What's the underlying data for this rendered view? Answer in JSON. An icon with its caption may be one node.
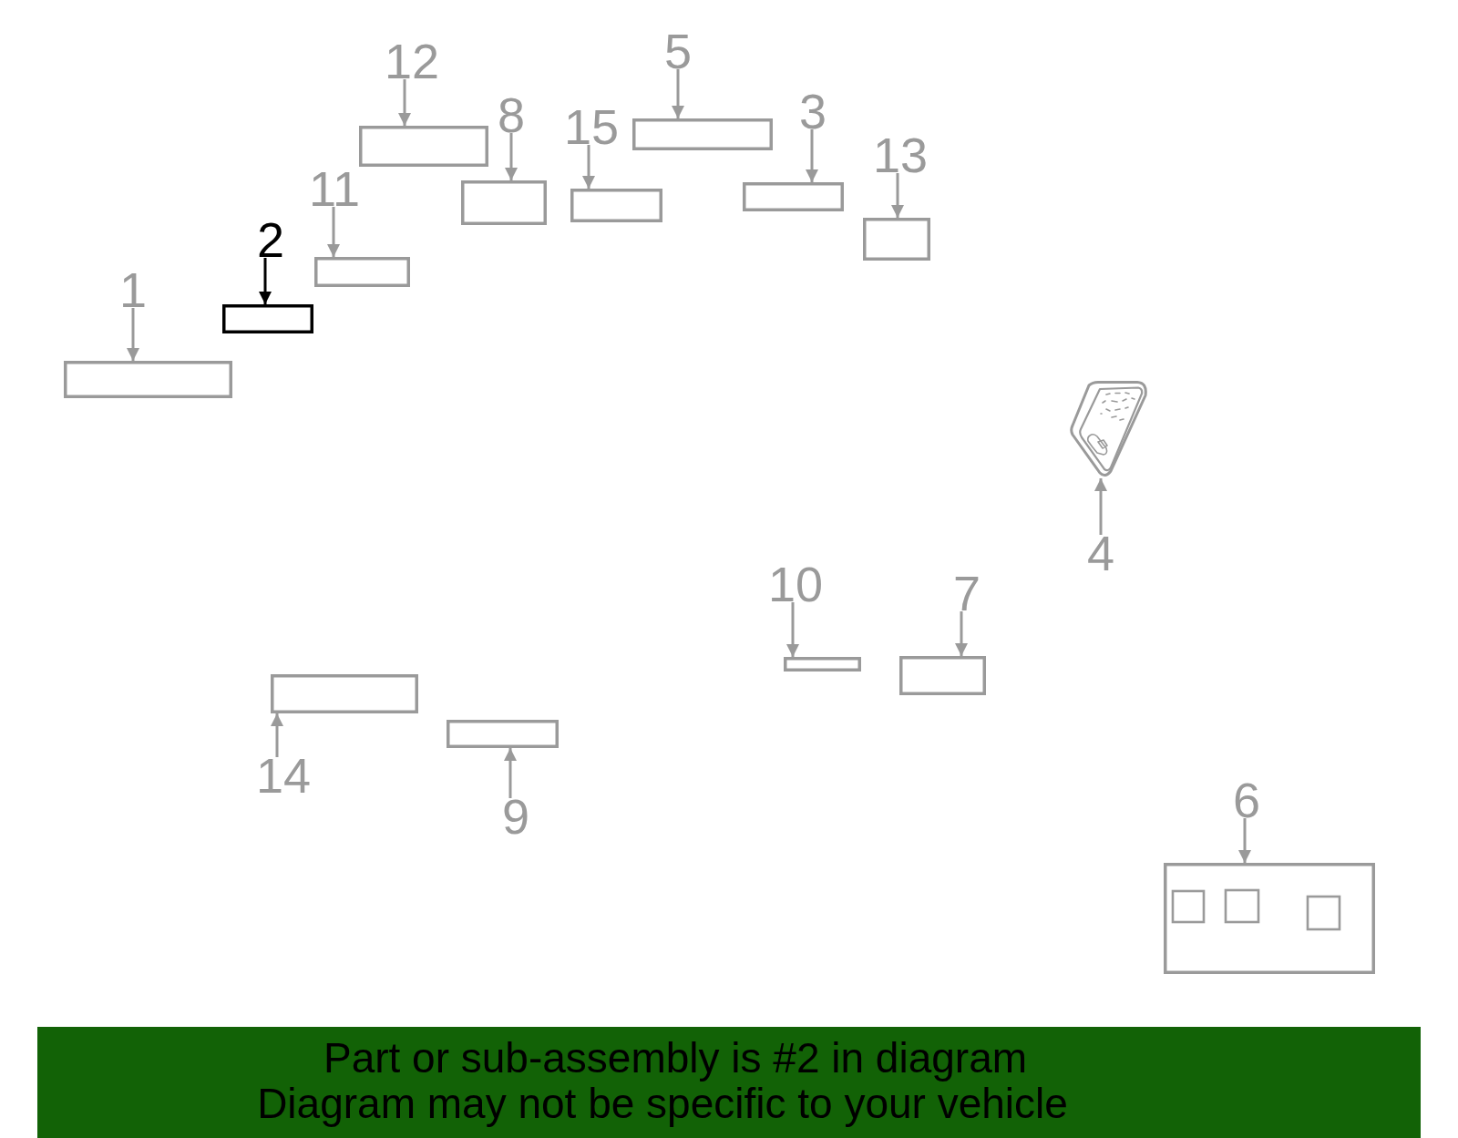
{
  "diagram": {
    "nodes": [
      {
        "text": [
          "1"
        ]
      },
      {
        "text": [],
        "shape": "box"
      },
      {
        "text": [
          "2"
        ]
      },
      {
        "text": [],
        "shape": "box"
      },
      {
        "text": [
          "3"
        ]
      },
      {
        "text": [],
        "shape": "box"
      },
      {
        "text": [
          "4"
        ]
      },
      {
        "text": [],
        "shape": "picture"
      },
      {
        "text": [
          "5"
        ]
      },
      {
        "text": [],
        "shape": "box"
      },
      {
        "text": [
          "6"
        ]
      },
      {
        "text": [],
        "shape": "box"
      },
      {
        "text": [
          "7"
        ]
      },
      {
        "text": [],
        "shape": "box"
      },
      {
        "text": [
          "8"
        ]
      },
      {
        "text": [],
        "shape": "box"
      },
      {
        "text": [
          "9"
        ]
      },
      {
        "text": [],
        "shape": "box"
      },
      {
        "text": [
          "10"
        ]
      },
      {
        "text": [],
        "shape": "box"
      },
      {
        "text": [
          "11"
        ]
      },
      {
        "text": [],
        "shape": "box"
      },
      {
        "text": [
          "12"
        ]
      },
      {
        "text": [],
        "shape": "box"
      },
      {
        "text": [
          "13"
        ]
      },
      {
        "text": [],
        "shape": "box"
      },
      {
        "text": [
          "14"
        ]
      },
      {
        "text": [],
        "shape": "box"
      },
      {
        "text": [
          "15"
        ]
      },
      {
        "text": [],
        "shape": "box"
      }
    ],
    "edges": [
      {
        "from": 0,
        "to": 1,
        "arrow": "to"
      },
      {
        "from": 2,
        "to": 3,
        "arrow": "to",
        "color": "#000000"
      },
      {
        "from": 4,
        "to": 5,
        "arrow": "to"
      },
      {
        "from": 6,
        "to": 7,
        "arrow": "to"
      },
      {
        "from": 8,
        "to": 9,
        "arrow": "to"
      },
      {
        "from": 10,
        "to": 11,
        "arrow": "to"
      },
      {
        "from": 12,
        "to": 13,
        "arrow": "to"
      },
      {
        "from": 14,
        "to": 15,
        "arrow": "to"
      },
      {
        "from": 16,
        "to": 17,
        "arrow": "to"
      },
      {
        "from": 18,
        "to": 19,
        "arrow": "to"
      },
      {
        "from": 20,
        "to": 21,
        "arrow": "to"
      },
      {
        "from": 22,
        "to": 23,
        "arrow": "to"
      },
      {
        "from": 24,
        "to": 25,
        "arrow": "to"
      },
      {
        "from": 26,
        "to": 27,
        "arrow": "to"
      },
      {
        "from": 28,
        "to": 29,
        "arrow": "to"
      }
    ],
    "labels": [
      "Part or sub-assembly is #2 in diagram",
      "Diagram may not be specific to your vehicle"
    ]
  }
}
